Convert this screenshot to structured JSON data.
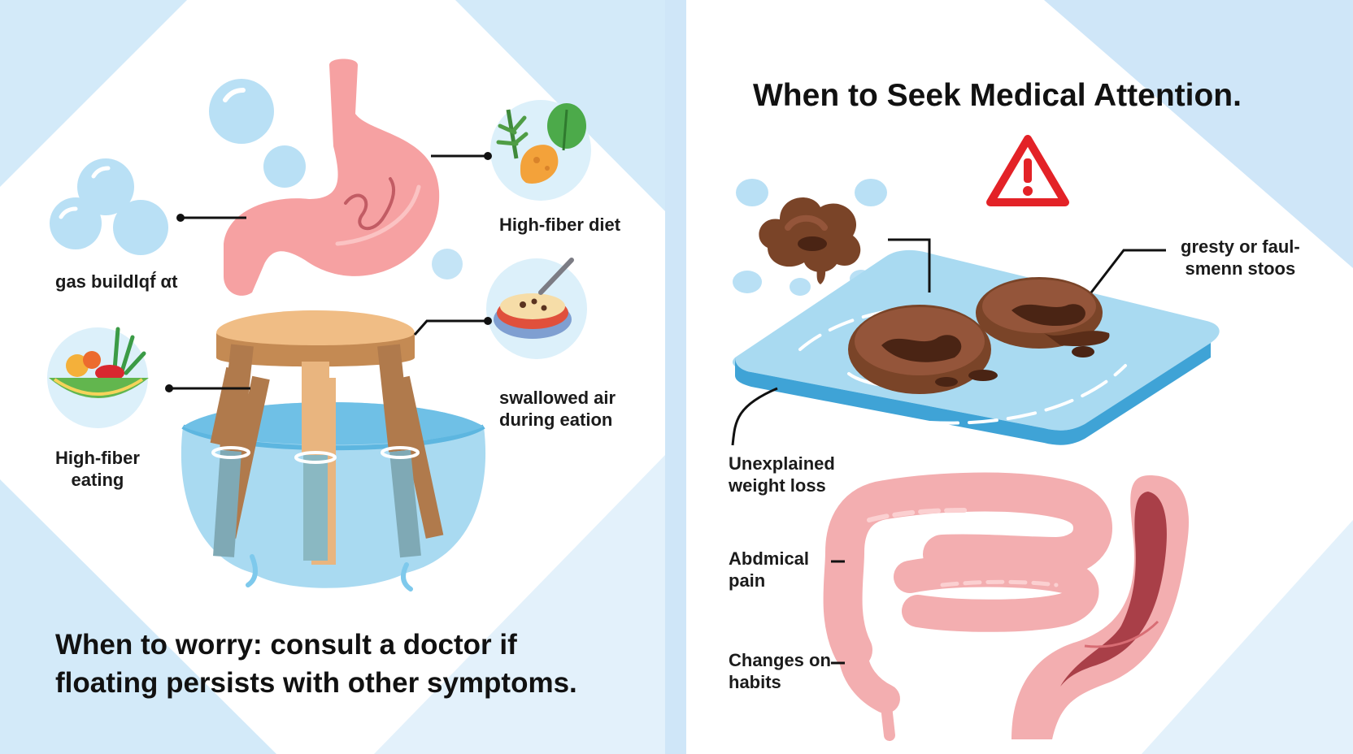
{
  "colors": {
    "background_triangle": "#d3eaf9",
    "divider": "#cfe6f8",
    "stomach": "#f6a1a2",
    "water": "#7ec9ec",
    "stool": "#7a4428",
    "stool_top": "#94553a",
    "stool_dark": "#4a2414",
    "intestine": "#f3aeb0",
    "warning": "#e32227",
    "stool_wood": "#e9b57f",
    "legs": "#b07a4c"
  },
  "icons": {
    "stomach": "stomach-icon",
    "bubbles": "gas-bubbles-icon",
    "vegetables": "vegetables-icon",
    "plate": "plate-with-fork-icon",
    "bowl": "salad-bowl-icon",
    "stool": "floating-stool-icon",
    "warning": "warning-triangle-icon",
    "feces": "feces-icon",
    "intestines": "intestines-icon"
  },
  "left": {
    "labels": {
      "gas": "gas buildlqf́ αt",
      "fiber_diet": "High-fiber diet",
      "swallowed_air": "swallowed air\nduring eation",
      "fiber_eating": "High-fiber\neating"
    },
    "footer": "When to worry: consult a doctor if\nfloating persists with other symptoms."
  },
  "right": {
    "title": "When to Seek Medical Attention.",
    "labels": {
      "greasy": "gresty or faul-\nsmenn stoos",
      "weight_loss": "Unexplained\nweight loss",
      "pain": "Abdmical\npain",
      "habits": "Changes on\nhabits"
    }
  }
}
